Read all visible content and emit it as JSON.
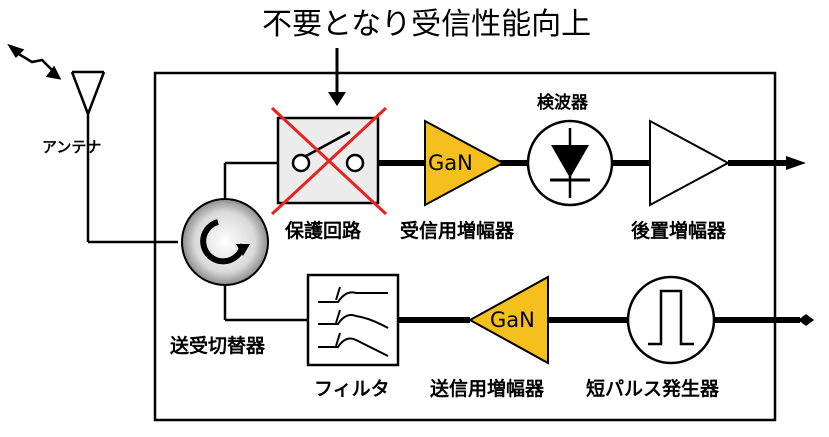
{
  "title": "不要となり受信性能向上",
  "labels": {
    "antenna": "アンテナ",
    "protection_circuit": "保護回路",
    "rx_amplifier": "受信用増幅器",
    "detector": "検波器",
    "post_amplifier": "後置増幅器",
    "circulator": "送受切替器",
    "filter": "フィルタ",
    "tx_amplifier": "送信用増幅器",
    "pulse_generator": "短パルス発生器"
  },
  "amp_badges": {
    "rx": "GaN",
    "tx": "GaN"
  },
  "colors": {
    "amp_fill": "#f5bf1e",
    "cross": "#e8231f",
    "line": "#000000",
    "background": "#ffffff"
  }
}
